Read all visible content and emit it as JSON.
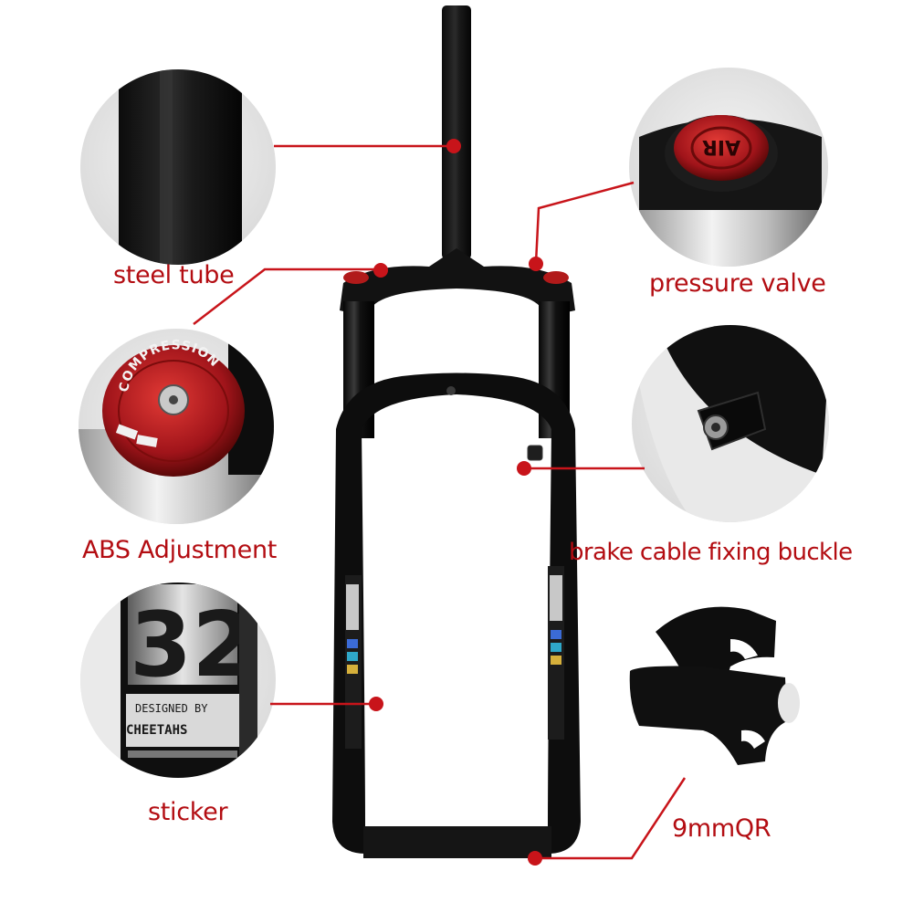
{
  "annotation_color": "#c8141a",
  "labels": {
    "steel_tube": "steel tube",
    "pressure_valve": "pressure valve",
    "abs_adjustment": "ABS Adjustment",
    "brake_cable_fixing_buckle": "brake cable fixing buckle",
    "sticker": "sticker",
    "qr": "9mmQR"
  },
  "detail_text": {
    "air_cap": "AIR",
    "compression_knob": "COMPRESSION",
    "sticker_number": "32",
    "sticker_line1": "DESIGNED BY",
    "sticker_line2": "CHEETAHS"
  }
}
